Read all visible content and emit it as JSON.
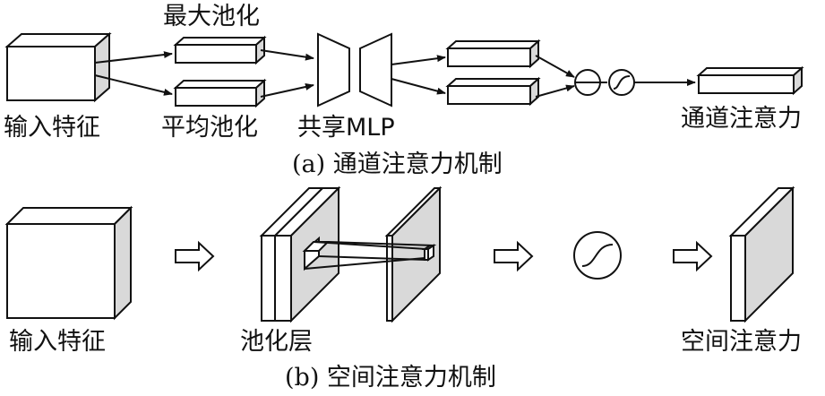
{
  "panel_a": {
    "input_label": "输入特征",
    "max_pool_label": "最大池化",
    "avg_pool_label": "平均池化",
    "mlp_label": "共享MLP",
    "output_label": "通道注意力",
    "caption": "(a) 通道注意力机制"
  },
  "panel_b": {
    "input_label": "输入特征",
    "pool_label": "池化层",
    "output_label": "空间注意力",
    "caption": "(b) 空间注意力机制"
  },
  "colors": {
    "stroke": "#111111",
    "face_fill": "#ffffff",
    "side_fill": "#d9d9d9"
  }
}
